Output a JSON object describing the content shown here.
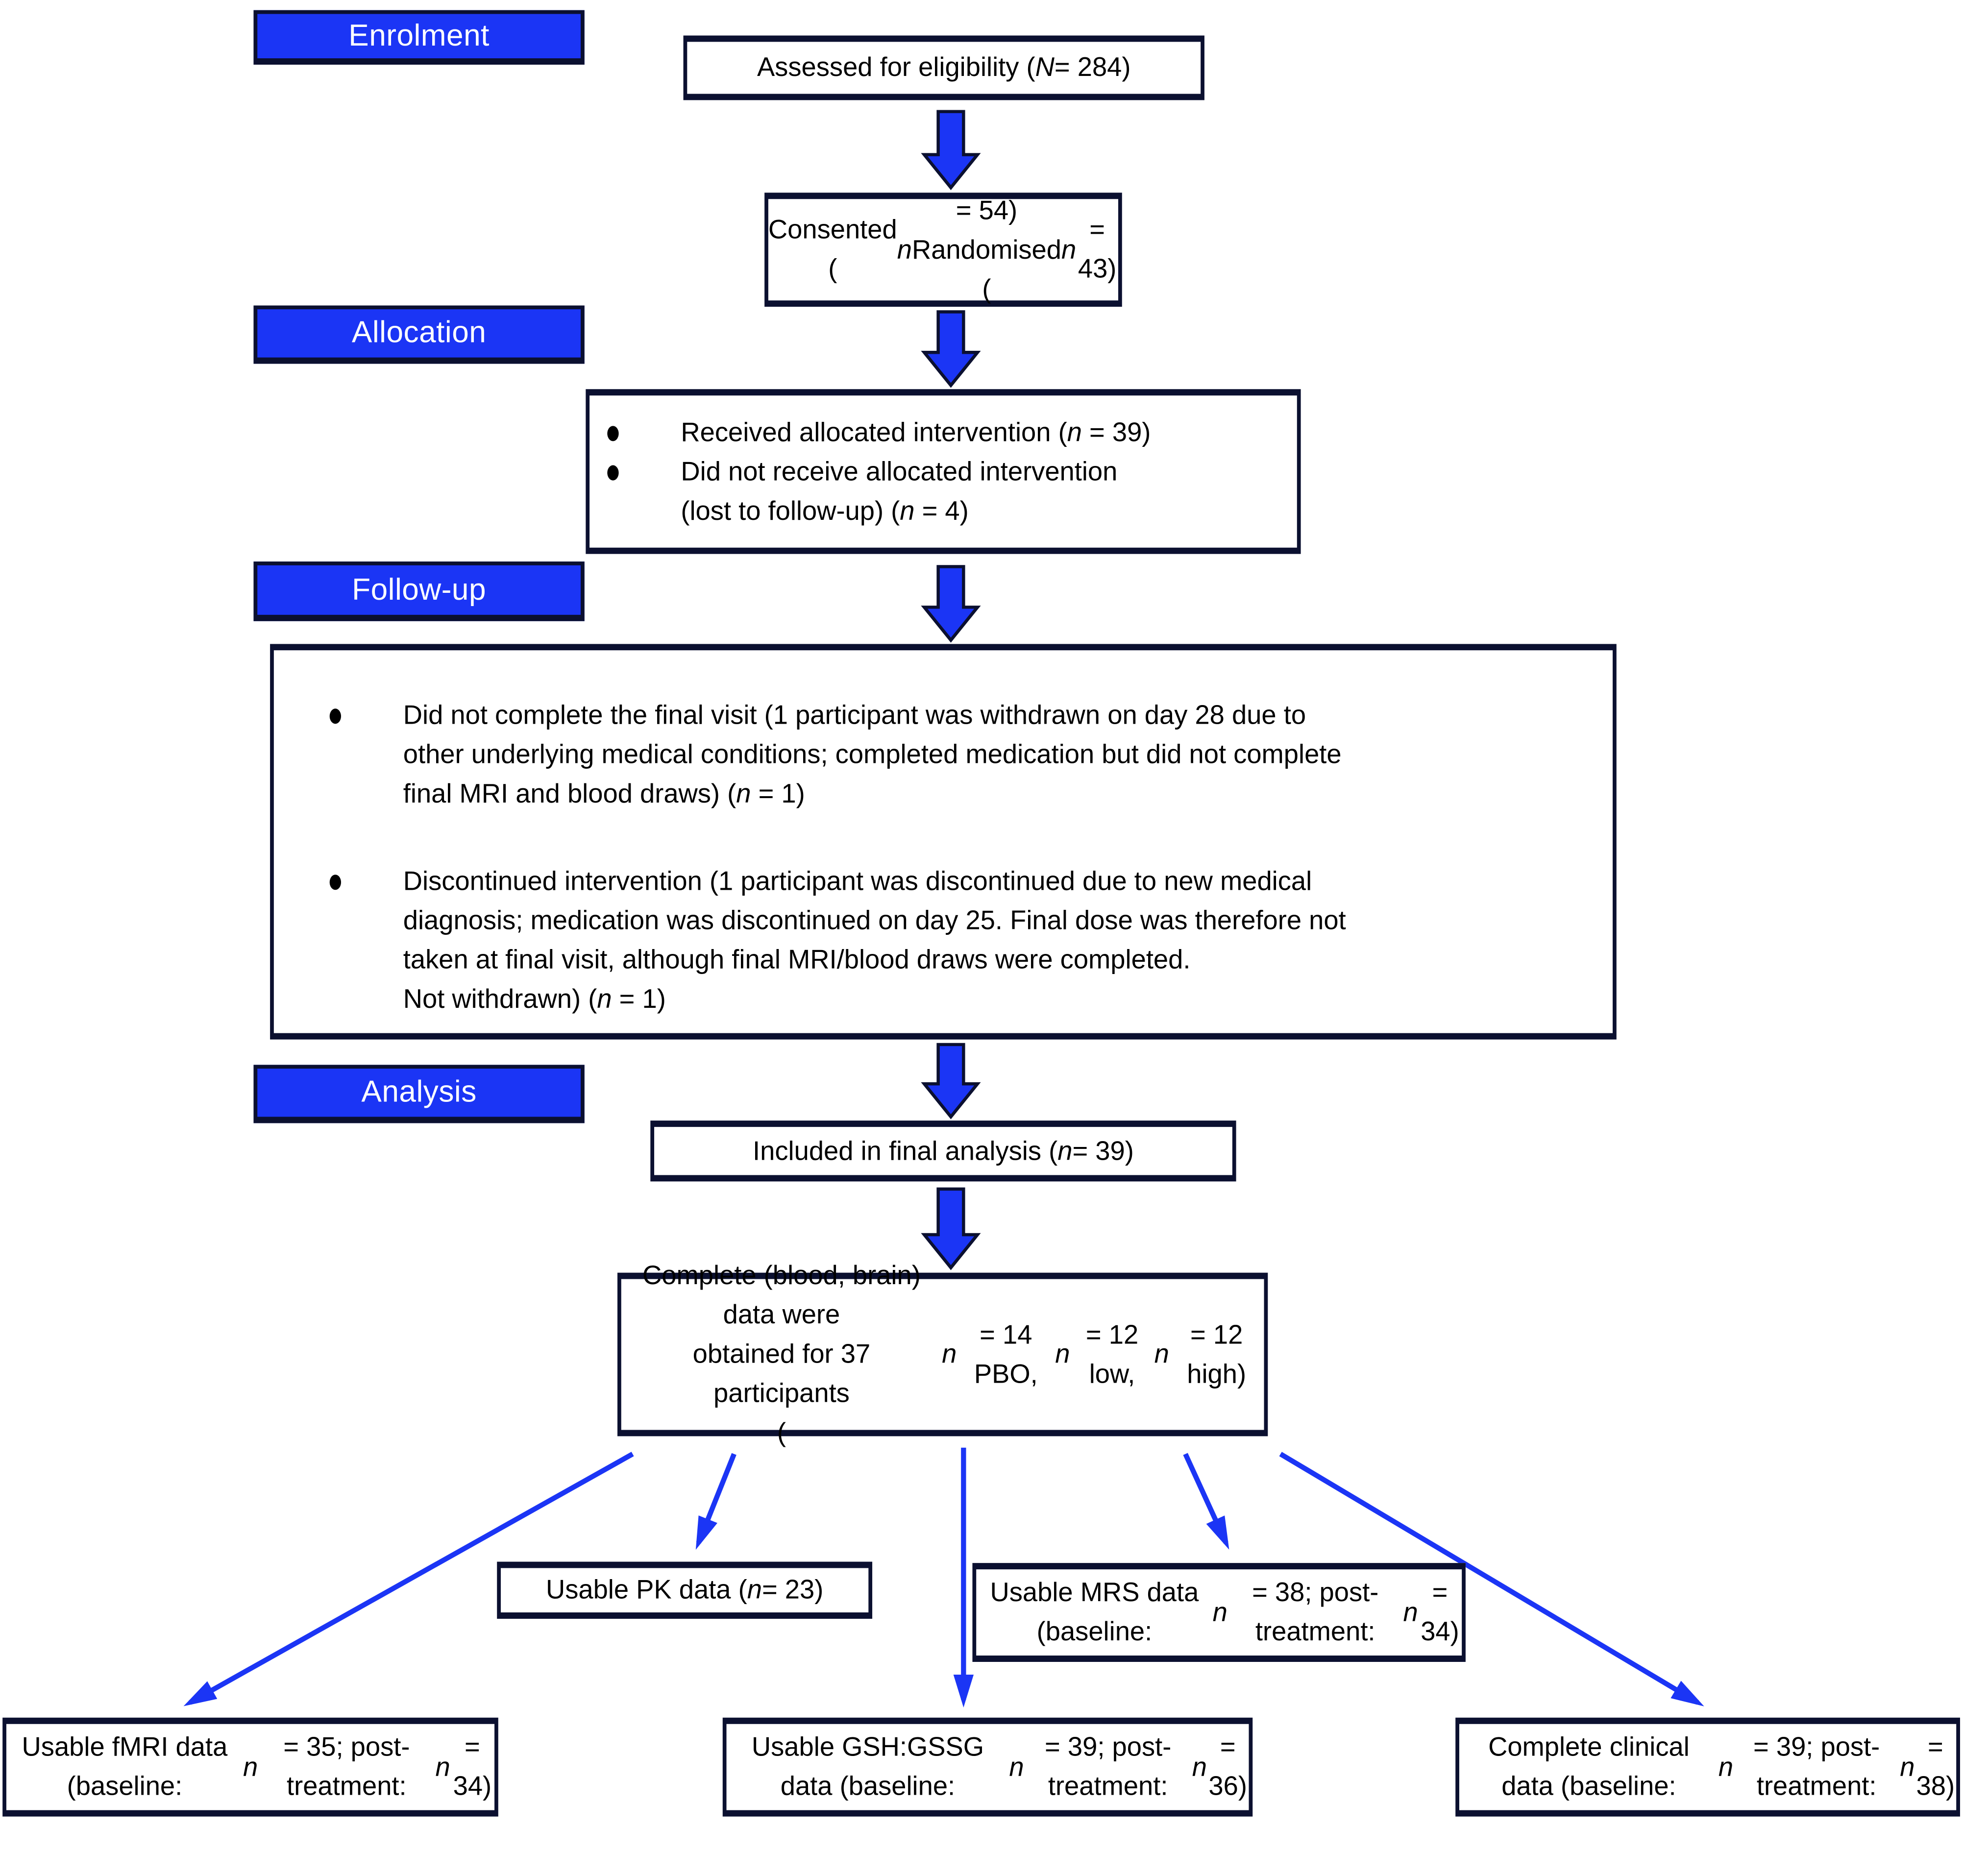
{
  "colors": {
    "accent_blue": "#1b35f5",
    "border_navy": "#0b1030",
    "box_bg": "#ffffff",
    "label_text": "#ffffff",
    "text": "#000000"
  },
  "stage_labels": {
    "enrolment": "Enrolment",
    "allocation": "Allocation",
    "follow_up": "Follow-up",
    "analysis": "Analysis"
  },
  "boxes": {
    "assessed": "Assessed for eligibility (N = 284)",
    "consented": "Consented (n = 54)\nRandomised (n = 43)",
    "allocation_items": [
      "Received allocated intervention (n = 39)",
      "Did not receive allocated intervention\n(lost to follow-up) (n = 4)"
    ],
    "follow_up_items": [
      "Did not complete the final visit (1 participant was withdrawn on day 28 due to\nother underlying medical conditions; completed medication but did not complete\nfinal MRI and blood draws) (n = 1)",
      "Discontinued intervention (1 participant was discontinued due to new medical\ndiagnosis; medication was discontinued on day 25. Final dose was therefore not\ntaken at final visit, although final MRI/blood draws were completed.\nNot withdrawn) (n = 1)"
    ],
    "included": "Included in final analysis (n = 39)",
    "complete_data": "Complete (blood, brain) data were\nobtained for 37 participants\n( n = 14 PBO, n = 12 low, n = 12 high)",
    "pk": "Usable PK data (n = 23)",
    "mrs": "Usable MRS data (baseline:\nn = 38; post-treatment: n = 34)",
    "fmri": "Usable fMRI data (baseline:\nn = 35; post-treatment: n = 34)",
    "gsh": "Usable GSH:GSSG data (baseline:\nn = 39; post-treatment: n = 36)",
    "clinical": "Complete clinical data (baseline:\nn = 39; post-treatment: n = 38)"
  }
}
